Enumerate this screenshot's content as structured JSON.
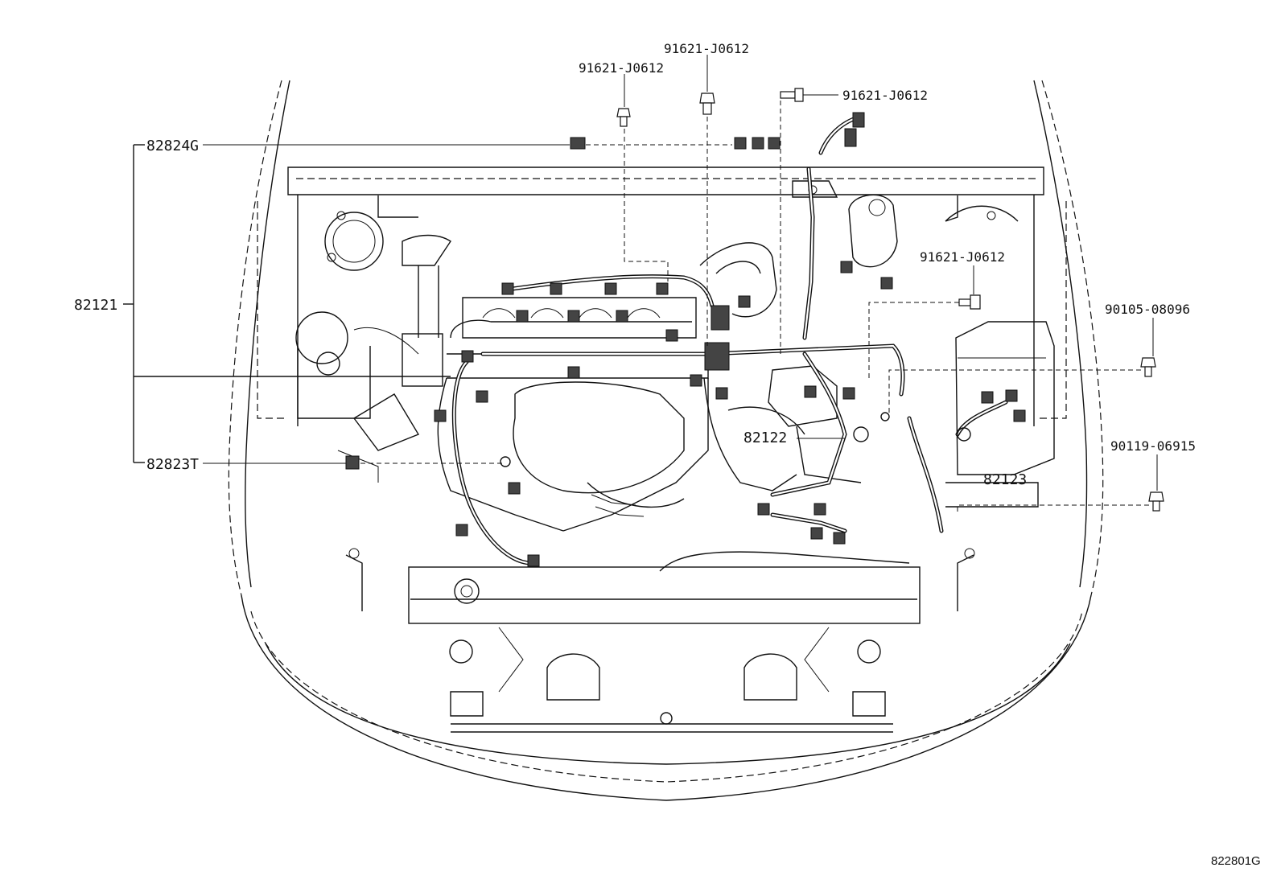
{
  "diagram": {
    "ref_code": "822801G",
    "labels": {
      "bolt_top_center": "91621-J0612",
      "bolt_top_left": "91621-J0612",
      "bolt_top_right": "91621-J0612",
      "bolt_mid_right": "91621-J0612",
      "bolt_right_1": "90105-08096",
      "bolt_right_2": "90119-06915",
      "harness_main": "82121",
      "clamp_upper": "82824G",
      "clamp_lower": "82823T",
      "harness_mid": "82122",
      "harness_battery": "82123"
    }
  }
}
